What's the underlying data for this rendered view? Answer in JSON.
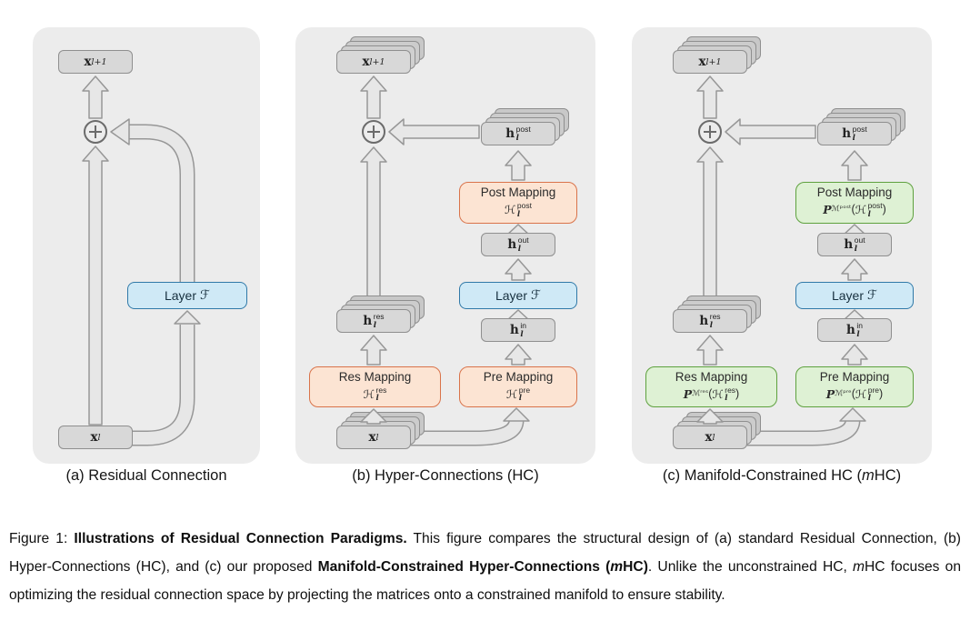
{
  "figure": {
    "panel_a": {
      "caption": "(a) Residual Connection",
      "x_out": {
        "base": "x",
        "sub": "l+1"
      },
      "x_in": {
        "base": "x",
        "sub": "l"
      },
      "layer": {
        "label": "Layer",
        "symbol": "ℱ"
      }
    },
    "panel_b": {
      "caption": "(b) Hyper-Connections (HC)",
      "x_out": {
        "base": "x",
        "sub": "l+1"
      },
      "x_in": {
        "base": "x",
        "sub": "l"
      },
      "layer": {
        "label": "Layer",
        "symbol": "ℱ"
      },
      "h_post": {
        "base": "h",
        "sup": "post",
        "sub": "l"
      },
      "h_out": {
        "base": "h",
        "sup": "out",
        "sub": "l"
      },
      "h_in": {
        "base": "h",
        "sup": "in",
        "sub": "l"
      },
      "h_res": {
        "base": "h",
        "sup": "res",
        "sub": "l"
      },
      "post_mapping": {
        "title": "Post Mapping",
        "H": "ℋ",
        "sup": "post",
        "sub": "l"
      },
      "pre_mapping": {
        "title": "Pre Mapping",
        "H": "ℋ",
        "sup": "pre",
        "sub": "l"
      },
      "res_mapping": {
        "title": "Res Mapping",
        "H": "ℋ",
        "sup": "res",
        "sub": "l"
      }
    },
    "panel_c": {
      "caption_prefix": "(c) Manifold-Constrained HC (",
      "caption_italic": "m",
      "caption_suffix": "HC)",
      "x_out": {
        "base": "x",
        "sub": "l+1"
      },
      "x_in": {
        "base": "x",
        "sub": "l"
      },
      "layer": {
        "label": "Layer",
        "symbol": "ℱ"
      },
      "h_post": {
        "base": "h",
        "sup": "post",
        "sub": "l"
      },
      "h_out": {
        "base": "h",
        "sup": "out",
        "sub": "l"
      },
      "h_in": {
        "base": "h",
        "sup": "in",
        "sub": "l"
      },
      "h_res": {
        "base": "h",
        "sup": "res",
        "sub": "l"
      },
      "post_mapping": {
        "title": "Post Mapping",
        "P": "P",
        "Msub": "ℳᵖᵒˢᵗ",
        "open": "(",
        "H": "ℋ",
        "sup": "post",
        "sub": "l",
        "close": ")"
      },
      "pre_mapping": {
        "title": "Pre Mapping",
        "P": "P",
        "Msub": "ℳᵖʳᵉ",
        "open": "(",
        "H": "ℋ",
        "sup": "pre",
        "sub": "l",
        "close": ")"
      },
      "res_mapping": {
        "title": "Res Mapping",
        "P": "P",
        "Msub": "ℳʳᵉˢ",
        "open": "(",
        "H": "ℋ",
        "sup": "res",
        "sub": "l",
        "close": ")"
      }
    }
  },
  "caption": {
    "label": "Figure 1: ",
    "bold1": "Illustrations of Residual Connection Paradigms.",
    "text1": " This figure compares the structural design of (a) standard Residual Connection, (b) Hyper-Connections (HC), and (c) our proposed ",
    "bold2": "Manifold-Constrained Hyper-Connections",
    "bold3": " (",
    "bold_italic": "m",
    "bold4": "HC",
    "bold5": ")",
    "text2": ". Unlike the unconstrained HC, ",
    "italic": "m",
    "text3": "HC focuses on optimizing the residual connection space by projecting the matrices onto a constrained manifold to ensure stability."
  },
  "colors": {
    "panel_bg": "#ececec",
    "box_gray": "#d8d8d8",
    "layer_blue": "#cfe9f6",
    "layer_blue_border": "#3079a8",
    "mapping_orange": "#fce4d3",
    "mapping_orange_border": "#d9734a",
    "mapping_green": "#def1d4",
    "mapping_green_border": "#5ea13e",
    "arrow_fill": "#e7e7e7",
    "arrow_border": "#979797"
  }
}
